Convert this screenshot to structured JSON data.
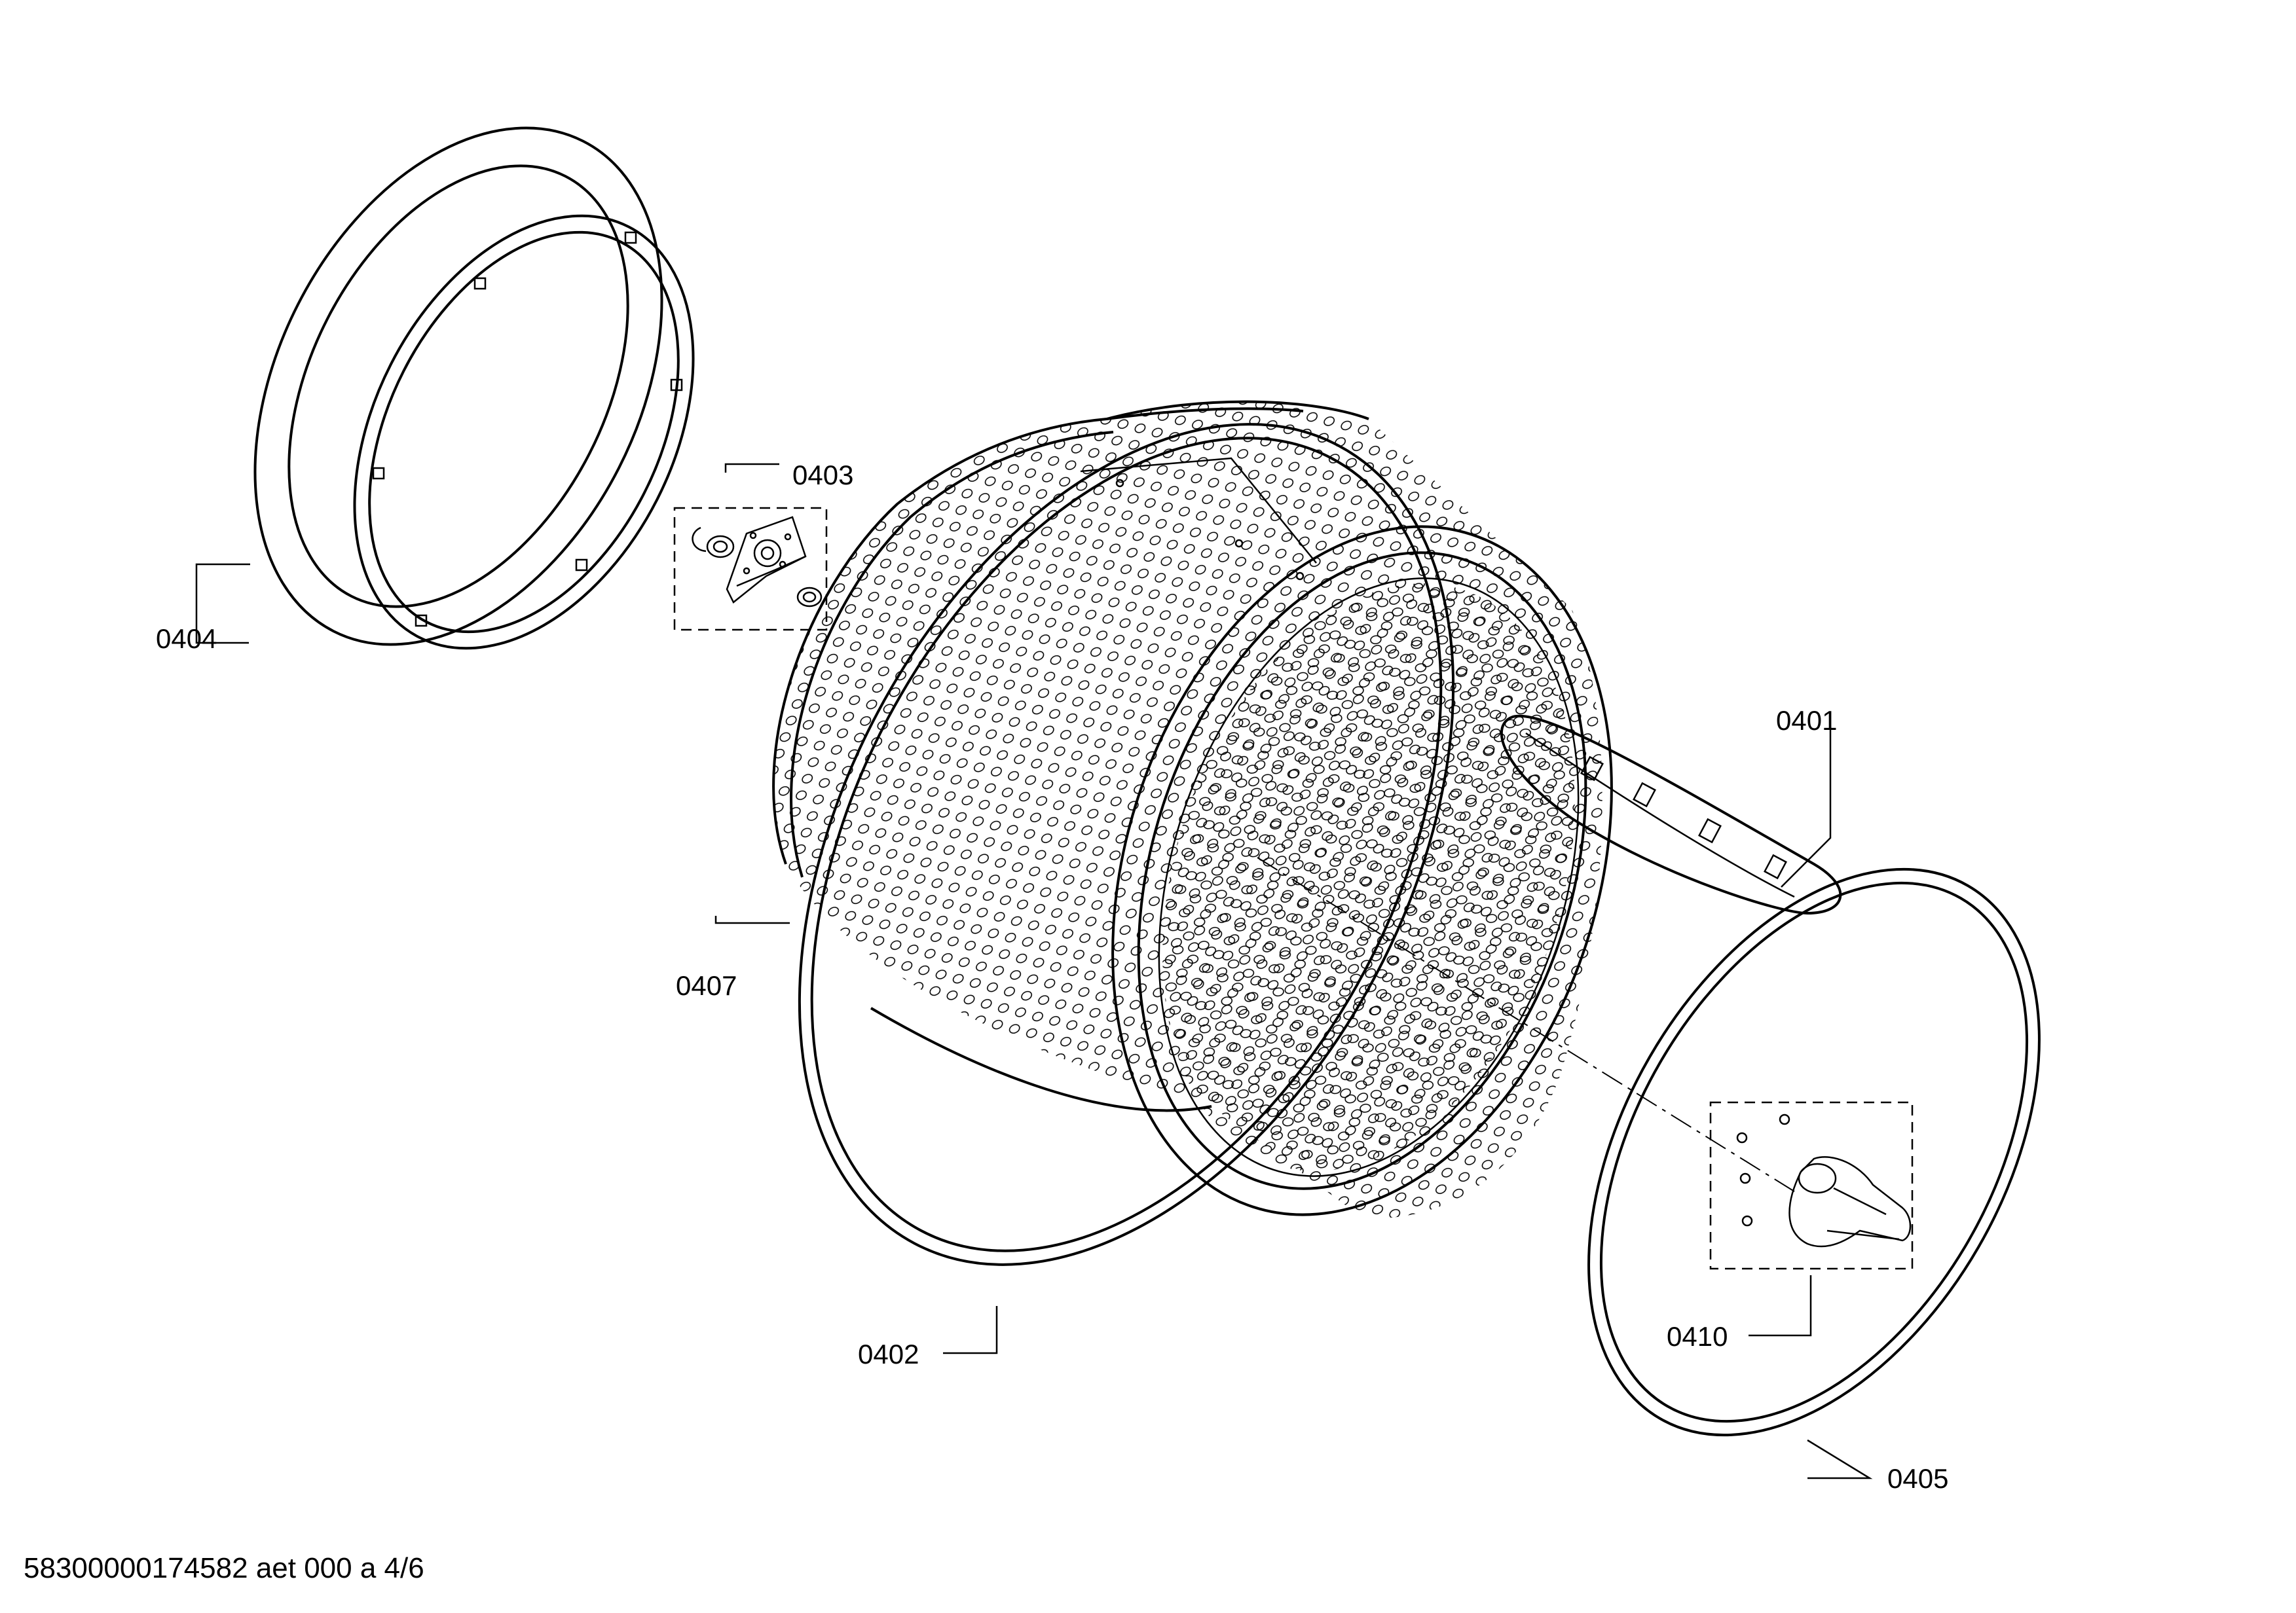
{
  "diagram": {
    "callouts": [
      {
        "id": "0401",
        "label": "0401"
      },
      {
        "id": "0402",
        "label": "0402"
      },
      {
        "id": "0403",
        "label": "0403"
      },
      {
        "id": "0404",
        "label": "0404"
      },
      {
        "id": "0405",
        "label": "0405"
      },
      {
        "id": "0407",
        "label": "0407"
      },
      {
        "id": "0410",
        "label": "0410"
      }
    ],
    "footer": "58300000174582 aet 000 a 4/6"
  }
}
